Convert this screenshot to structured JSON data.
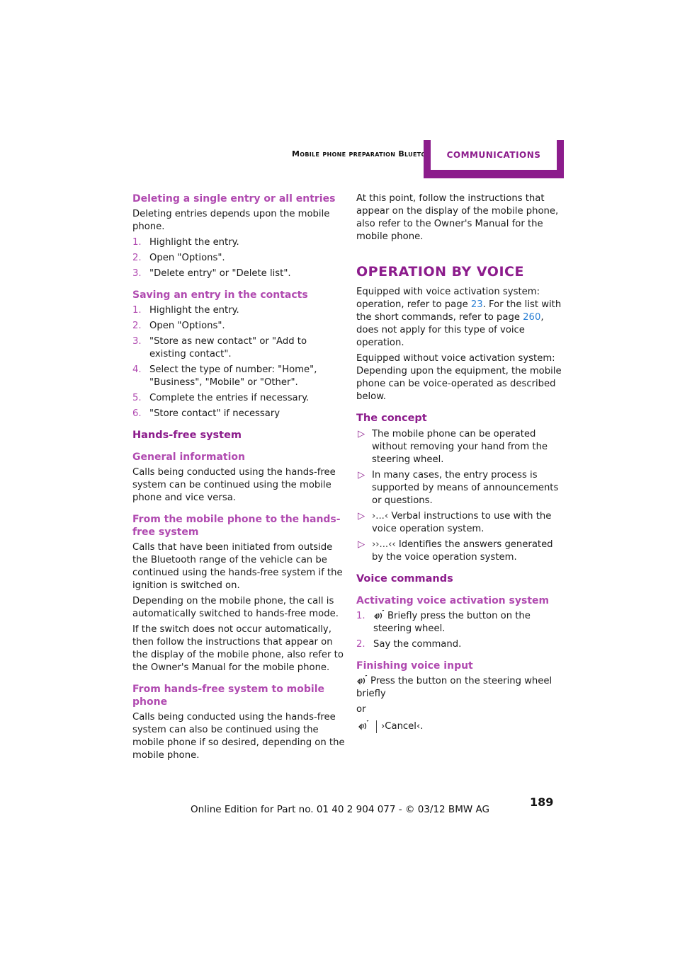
{
  "header": {
    "section": "Mobile phone preparation Bluetooth",
    "chapter": "COMMUNICATIONS"
  },
  "left": {
    "delete": {
      "heading": "Deleting a single entry or all entries",
      "intro": "Deleting entries depends upon the mobile phone.",
      "steps": [
        "Highlight the entry.",
        "Open \"Options\".",
        "\"Delete entry\" or \"Delete list\"."
      ]
    },
    "save": {
      "heading": "Saving an entry in the contacts",
      "steps": [
        "Highlight the entry.",
        "Open \"Options\".",
        "\"Store as new contact\" or \"Add to existing contact\".",
        "Select the type of number: \"Home\", \"Business\", \"Mobile\" or \"Other\".",
        "Complete the entries if necessary.",
        "\"Store contact\" if necessary"
      ]
    },
    "handsfree": {
      "heading": "Hands-free system",
      "general_heading": "General information",
      "general_text": "Calls being conducted using the hands-free system can be continued using the mobile phone and vice versa.",
      "to_hf_heading": "From the mobile phone to the hands-free system",
      "to_hf_p1": "Calls that have been initiated from outside the Bluetooth range of the vehicle can be continued using the hands-free system if the ignition is switched on.",
      "to_hf_p2": "Depending on the mobile phone, the call is automatically switched to hands-free mode.",
      "to_hf_p3": "If the switch does not occur automatically, then follow the instructions that appear on the display of the mobile phone, also refer to the Owner's Manual for the mobile phone.",
      "to_phone_heading": "From hands-free system to mobile phone",
      "to_phone_text": "Calls being conducted using the hands-free system can also be continued using the mobile phone if so desired, depending on the mobile phone."
    }
  },
  "right": {
    "continuation": "At this point, follow the instructions that appear on the display of the mobile phone, also refer to the Owner's Manual for the mobile phone.",
    "voice_heading": "OPERATION BY VOICE",
    "p1_a": "Equipped with voice activation system: operation, refer to page ",
    "p1_link1": "23",
    "p1_b": ". For the list with the short commands, refer to page ",
    "p1_link2": "260",
    "p1_c": ", does not apply for this type of voice operation.",
    "p2": "Equipped without voice activation system: Depending upon the equipment, the mobile phone can be voice-operated as described below.",
    "concept_heading": "The concept",
    "concept_items": [
      "The mobile phone can be operated without removing your hand from the steering wheel.",
      "In many cases, the entry process is supported by means of announcements or questions."
    ],
    "concept_q1": "›...‹",
    "concept_q1_text": " Verbal instructions to use with the voice operation system.",
    "concept_q2": "››...‹‹",
    "concept_q2_text": " Identifies the answers generated by the voice operation system.",
    "commands_heading": "Voice commands",
    "activate_heading": "Activating voice activation system",
    "activate_steps": [
      "Briefly press the button on the steering wheel.",
      "Say the command."
    ],
    "finish_heading": "Finishing voice input",
    "finish_text": "Press the button on the steering wheel briefly",
    "finish_or": "or",
    "finish_cmd": "›Cancel‹."
  },
  "footer": {
    "page_number": "189",
    "edition": "Online Edition for Part no. 01 40 2 904 077 - © 03/12 BMW AG"
  },
  "icons": {
    "voice": "voice-button-icon"
  },
  "colors": {
    "accent": "#8c1c8c",
    "subheading": "#b04ab0",
    "link": "#2a7fd4"
  }
}
